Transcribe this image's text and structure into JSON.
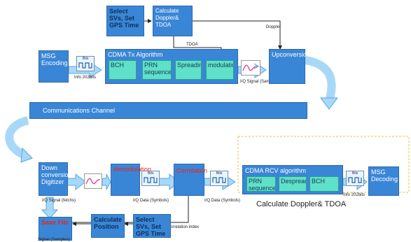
{
  "blocks": {
    "select_svs_top": "Select SVs, Set GPS Time",
    "calc_doppler": "Calculate Doppler& TDOA",
    "msg_encoding": "MSG Encoding",
    "cdma_tx": "CDMA Tx Algorithm",
    "bch_tx": "BCH",
    "prn_tx": "PRN sequence",
    "spreading": "Spreading",
    "modulation": "modulation",
    "upconversion": "Upconversion",
    "comm_channel": "Communications Channel",
    "down_conversion": "Down conversion/ Digitizer",
    "demodulation": "demodulation",
    "correlation": "Correlation",
    "cdma_rcv": "CDMA RCV algorithm",
    "prn_rcv": "PRN sequence",
    "despreading": "Despreading",
    "bch_rcv": "BCH",
    "msg_decoding": "MSG Decoding",
    "save_file": "Save File",
    "calc_position": "Calculate Position",
    "select_svs_bottom": "Select SVs, Set GPS Time"
  },
  "labels": {
    "doppler": "Doppler",
    "tdoa": "TDOA",
    "info_tx": "Info 202bits",
    "iq_samples_top": "I/Q Signal (Samples)",
    "iq_fetchs": "I/Q Signal (fetchs)",
    "iq_data_1": "I/Q Data (Symbols)",
    "iq_data_2": "I/Q Data (Symbols)",
    "info_rx": "Info 202bits",
    "correlation_index": "correlation index",
    "signal_samples": "Signal (Samples)",
    "calc_doppler_caption": "Calculate Doppler& TDOA",
    "bits": "Bits"
  }
}
